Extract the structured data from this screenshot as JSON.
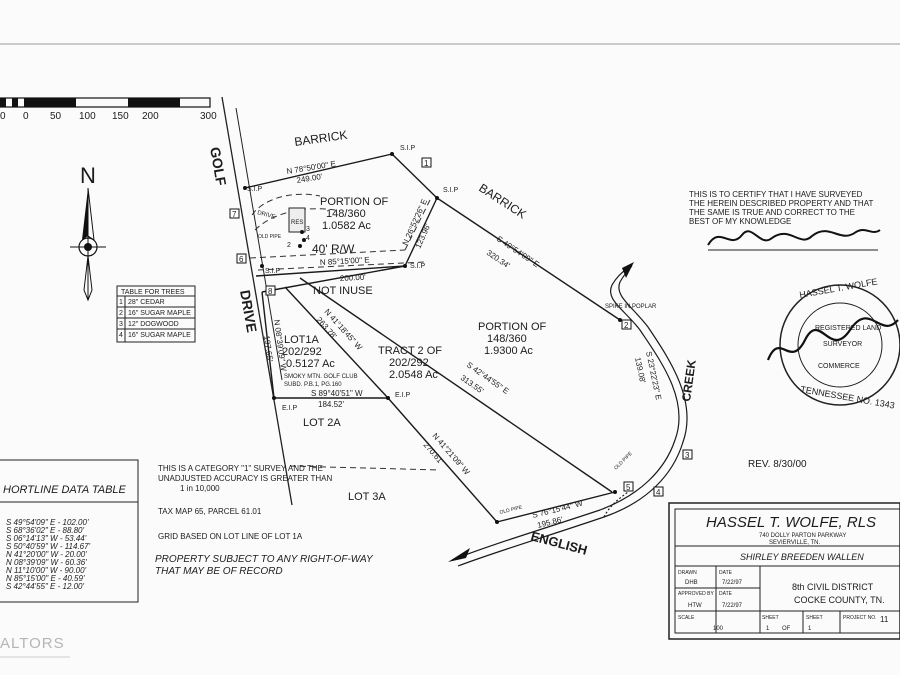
{
  "scale_bar": {
    "ticks": [
      "0",
      "50",
      "100",
      "150",
      "200",
      "300"
    ]
  },
  "north_label": "N",
  "roads": {
    "golf": "GOLF",
    "drive": "DRIVE",
    "barrick_top": "BARRICK",
    "barrick_right": "BARRICK",
    "english": "ENGLISH",
    "creek": "CREEK"
  },
  "bearings": {
    "top": "N 78°50'00\" E",
    "top_dist": "249.00'",
    "row": "N 85°15'00\" E",
    "row_dist": "200.00'",
    "east_inner": "N 26°52'26\" E",
    "east_inner_dist": "123.96'",
    "east_long": "S 49°54'09\" E",
    "east_long_dist": "320.34'",
    "lot1a_west": "N 08°39'09\" W",
    "lot1a_west_dist": "197.65'",
    "lot1a_south": "S 89°40'51\" W",
    "lot1a_south_dist": "184.52'",
    "tract_west": "N 41°18'45\" W",
    "tract_west_dist": "263.78'",
    "tract_mid": "S 42°44'55\" E",
    "tract_mid_dist": "313.55'",
    "lower": "N 41°21'09\" W",
    "lower_dist": "270.61'",
    "south": "S 76°15'44\" W",
    "south_dist": "195.86'",
    "creek_east": "S 23°22'23\" E",
    "creek_east_dist": "139.08'"
  },
  "parcels": {
    "p1_line1": "PORTION OF",
    "p1_line2": "148/360",
    "p1_line3": "1.0582 Ac",
    "p2_line1": "PORTION OF",
    "p2_line2": "148/360",
    "p2_line3": "1.9300 Ac",
    "lot1a_line1": "LOT1A",
    "lot1a_line2": "202/292",
    "lot1a_line3": "0.5127 Ac",
    "lot1a_note1": "SMOKY MTN. GOLF CLUB",
    "lot1a_note2": "SUBD. P.B.1, PG.160",
    "tract_line1": "TRACT 2 OF",
    "tract_line2": "202/292",
    "tract_line3": "2.0548 Ac",
    "lot2a": "LOT 2A",
    "lot3a": "LOT 3A",
    "row": "40' R/W",
    "not_in_use": "NOT INUSE",
    "res": "RES",
    "drive": "DRIVE",
    "old_pipe": "OLD PIPE",
    "old_pipe2": "OLD PIPE",
    "old_pipe3": "OLD PIPE",
    "spike": "SPIKE IN POPLAR"
  },
  "markers": {
    "sip": "S.I.P",
    "eip": "E.I.P"
  },
  "corners": [
    "1",
    "2",
    "3",
    "4",
    "5",
    "6",
    "7",
    "8"
  ],
  "trees_table": {
    "title": "TABLE FOR TREES",
    "rows": [
      {
        "num": "1",
        "desc": "28\" CEDAR"
      },
      {
        "num": "2",
        "desc": "16\" SUGAR MAPLE"
      },
      {
        "num": "3",
        "desc": "12\" DOGWOOD"
      },
      {
        "num": "4",
        "desc": "16\" SUGAR MAPLE"
      }
    ]
  },
  "shortline_table": {
    "title": "HORTLINE DATA TABLE",
    "rows": [
      "S 49°54'09\" E - 102.00'",
      "S 68°36'02\" E - 88.80'",
      "S 06°14'13\" W - 53.44'",
      "S 50°40'59\" W - 114.67'",
      "N 41°20'00\" W - 20.00'",
      "N 08°39'09\" W - 60.36'",
      "N 11°10'00\" W - 90.00'",
      "N 85°15'00\" E - 40.59'",
      "S 42°44'55\" E - 12.00'"
    ]
  },
  "notes": {
    "n1": "THIS IS A CATEGORY \"1\" SURVEY AND THE",
    "n2": "UNADJUSTED ACCURACY IS GREATER THAN",
    "n3": "1 in 10,000",
    "n4": "TAX MAP 65, PARCEL 61.01",
    "n5": "GRID BASED ON LOT LINE OF LOT 1A",
    "n6": "PROPERTY SUBJECT TO ANY RIGHT-OF-WAY",
    "n7": "THAT MAY BE OF RECORD"
  },
  "certification": {
    "l1": "THIS IS TO CERTIFY THAT I HAVE SURVEYED",
    "l2": "THE HEREIN DESCRIBED PROPERTY AND THAT",
    "l3": "THE SAME IS TRUE AND CORRECT TO THE",
    "l4": "BEST OF MY KNOWLEDGE"
  },
  "seal": {
    "top": "HASSEL T. WOLFE",
    "bottom": "TENNESSEE NO. 1343",
    "inner1": "REGISTERED LAND",
    "inner2": "SURVEYOR",
    "inner3": "COMMERCE"
  },
  "revision": "REV. 8/30/00",
  "title_block": {
    "company": "HASSEL  T.  WOLFE,  RLS",
    "address1": "740 DOLLY PARTON PARKWAY",
    "address2": "SEVIERVILLE, TN.",
    "client": "SHIRLEY BREEDEN WALLEN",
    "drawn_label": "DRAWN",
    "drawn_by": "DHB",
    "date_label": "DATE",
    "drawn_date": "7/22/97",
    "approved_label": "APPROVED BY",
    "approved_by": "HTW",
    "approved_date": "7/22/97",
    "district": "8th CIVIL DISTRICT",
    "county": "COCKE COUNTY, TN.",
    "scale_label": "SCALE",
    "scale_value": "100",
    "sheet_label": "SHEET",
    "sheet_no": "1",
    "sheet_of": "OF",
    "sheet_total": "1",
    "project_label": "PROJECT NO.",
    "project_no": "11"
  },
  "watermark": "ALTORS"
}
